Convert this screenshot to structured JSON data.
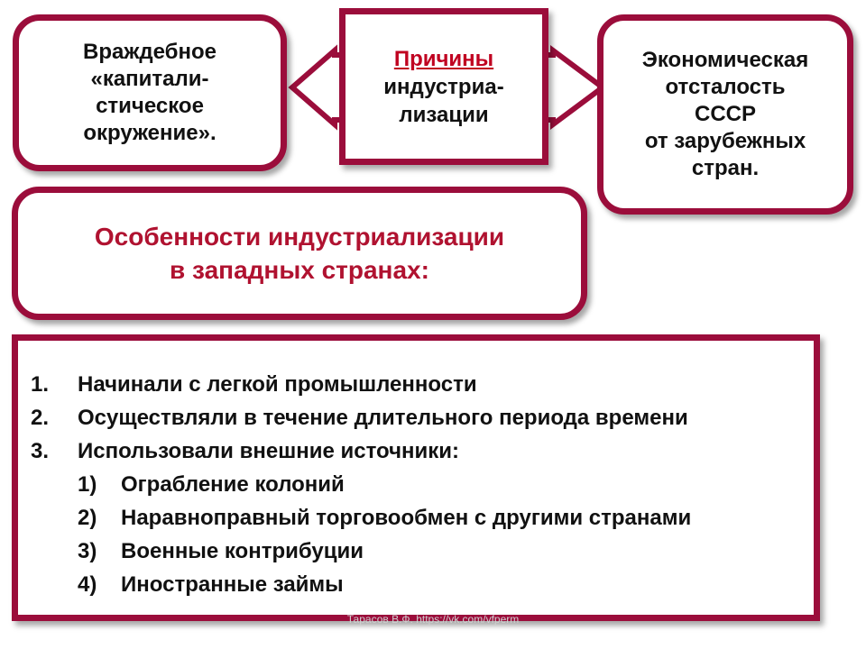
{
  "left_box": {
    "lines": [
      "Враждебное",
      "«капитали-",
      "стическое",
      "окружение»."
    ]
  },
  "center_box": {
    "title": "Причины",
    "lines": [
      "индустриа-",
      "лизации"
    ]
  },
  "right_box": {
    "lines": [
      "Экономическая",
      "отсталость",
      "СССР",
      "от зарубежных",
      "стран."
    ]
  },
  "middle_box": {
    "lines": [
      "Особенности индустриализации",
      "в западных странах:"
    ]
  },
  "list": {
    "items": [
      {
        "num": "1.",
        "text": "Начинали с легкой промышленности"
      },
      {
        "num": "2.",
        "text": "Осуществляли в течение длительного периода времени"
      },
      {
        "num": "3.",
        "text": "Использовали внешние источники:"
      }
    ],
    "subitems": [
      {
        "num": "1)",
        "text": "Ограбление колоний"
      },
      {
        "num": "2)",
        "text": "Наравноправный торговообмен с другими странами"
      },
      {
        "num": "3)",
        "text": "Военные контрибуции"
      },
      {
        "num": "4)",
        "text": "Иностранные займы"
      }
    ]
  },
  "footer": "Тарасов В.Ф. https://vk.com/vfperm",
  "colors": {
    "accent": "#9b0d3b",
    "title_red": "#b01230",
    "link_red": "#c00020"
  }
}
